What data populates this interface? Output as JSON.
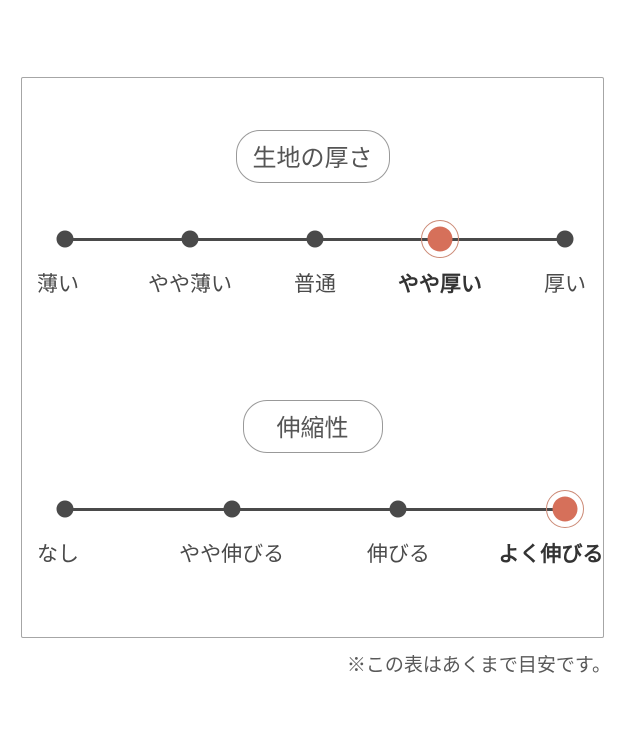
{
  "colors": {
    "accent": "#d6705a",
    "accent_ring": "#cc8a76",
    "line": "#4a4a4a",
    "label": "#4a4a4a",
    "label_selected": "#333333",
    "pill_border": "#999999",
    "pill_text": "#555555",
    "panel_border": "#a6a6a6",
    "note_text": "#595959"
  },
  "scales": [
    {
      "title": "生地の厚さ",
      "selected_index": 3,
      "selected_label": "やや厚い",
      "points": [
        {
          "label": "薄い",
          "selected": false
        },
        {
          "label": "やや薄い",
          "selected": false
        },
        {
          "label": "普通",
          "selected": false
        },
        {
          "label": "やや厚い",
          "selected": true
        },
        {
          "label": "厚い",
          "selected": false
        }
      ]
    },
    {
      "title": "伸縮性",
      "selected_index": 3,
      "selected_label": "よく伸びる",
      "points": [
        {
          "label": "なし",
          "selected": false
        },
        {
          "label": "やや伸びる",
          "selected": false
        },
        {
          "label": "伸びる",
          "selected": false
        },
        {
          "label": "よく伸びる",
          "selected": true
        }
      ]
    }
  ],
  "note": "※この表はあくまで目安です。",
  "chart_data": [
    {
      "type": "line",
      "title": "生地の厚さ",
      "categories": [
        "薄い",
        "やや薄い",
        "普通",
        "やや厚い",
        "厚い"
      ],
      "selected_category": "やや厚い",
      "selected_index": 3,
      "legend_position": "none",
      "grid": false
    },
    {
      "type": "line",
      "title": "伸縮性",
      "categories": [
        "なし",
        "やや伸びる",
        "伸びる",
        "よく伸びる"
      ],
      "selected_category": "よく伸びる",
      "selected_index": 3,
      "legend_position": "none",
      "grid": false
    }
  ]
}
